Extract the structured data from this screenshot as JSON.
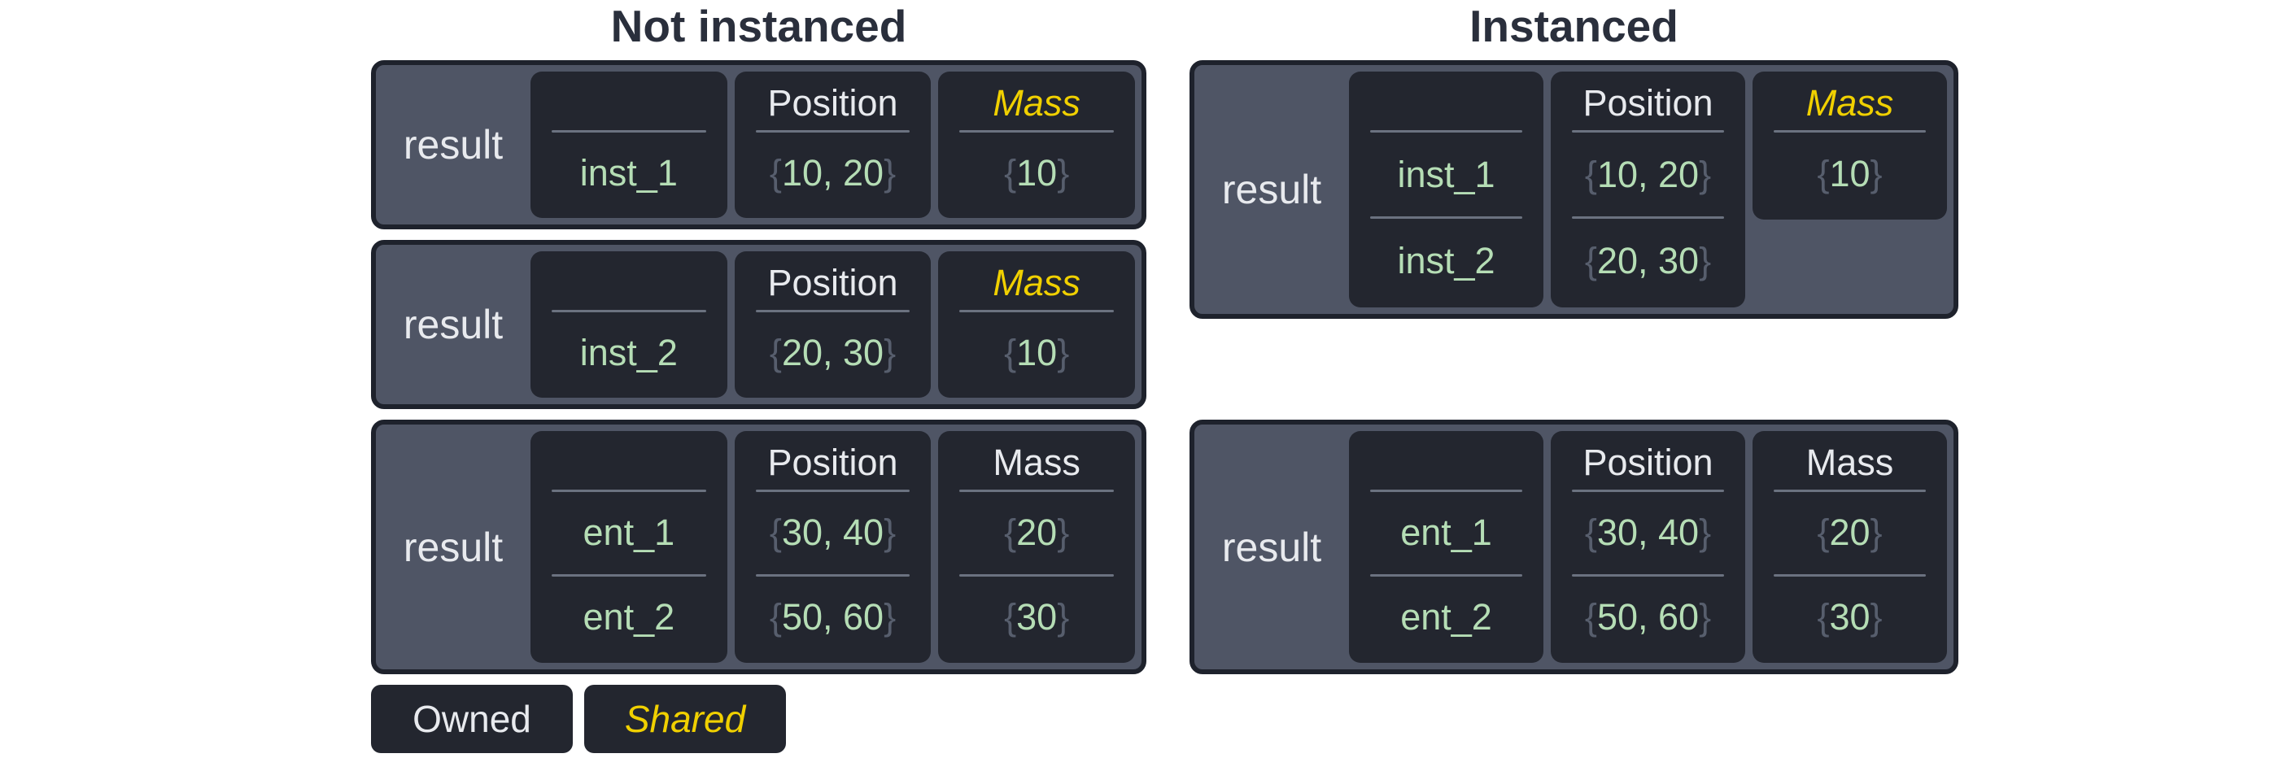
{
  "titles": {
    "not_instanced": "Not instanced",
    "instanced": "Instanced"
  },
  "legend": {
    "owned": "Owned",
    "shared": "Shared"
  },
  "colors": {
    "box_fill": "#4f5565",
    "box_border": "#1e222c",
    "cell_fill": "#23262f",
    "divider": "#6b7280",
    "text_light": "#e8eaee",
    "value_green": "#b5ddb5",
    "brace_gray": "#575e6d",
    "shared_yellow": "#f0d000",
    "title_dark": "#2a2f3c",
    "page_background": "#ffffff"
  },
  "boxes": {
    "ni1": {
      "result": "result",
      "entity": {
        "header": "",
        "rows": [
          "inst_1"
        ]
      },
      "position": {
        "header": "Position",
        "rows": [
          {
            "o": "{",
            "v": "10, 20",
            "c": "}"
          }
        ]
      },
      "mass": {
        "header": "Mass",
        "shared": true,
        "rows": [
          {
            "o": "{",
            "v": "10",
            "c": "}"
          }
        ]
      }
    },
    "ni2": {
      "result": "result",
      "entity": {
        "header": "",
        "rows": [
          "inst_2"
        ]
      },
      "position": {
        "header": "Position",
        "rows": [
          {
            "o": "{",
            "v": "20, 30",
            "c": "}"
          }
        ]
      },
      "mass": {
        "header": "Mass",
        "shared": true,
        "rows": [
          {
            "o": "{",
            "v": "10",
            "c": "}"
          }
        ]
      }
    },
    "ni3": {
      "result": "result",
      "entity": {
        "header": "",
        "rows": [
          "ent_1",
          "ent_2"
        ]
      },
      "position": {
        "header": "Position",
        "rows": [
          {
            "o": "{",
            "v": "30, 40",
            "c": "}"
          },
          {
            "o": "{",
            "v": "50, 60",
            "c": "}"
          }
        ]
      },
      "mass": {
        "header": "Mass",
        "shared": false,
        "rows": [
          {
            "o": "{",
            "v": "20",
            "c": "}"
          },
          {
            "o": "{",
            "v": "30",
            "c": "}"
          }
        ]
      }
    },
    "i1": {
      "result": "result",
      "entity": {
        "header": "",
        "rows": [
          "inst_1",
          "inst_2"
        ]
      },
      "position": {
        "header": "Position",
        "rows": [
          {
            "o": "{",
            "v": "10, 20",
            "c": "}"
          },
          {
            "o": "{",
            "v": "20, 30",
            "c": "}"
          }
        ]
      },
      "mass": {
        "header": "Mass",
        "shared": true,
        "rows": [
          {
            "o": "{",
            "v": "10",
            "c": "}"
          }
        ]
      }
    },
    "i2": {
      "result": "result",
      "entity": {
        "header": "",
        "rows": [
          "ent_1",
          "ent_2"
        ]
      },
      "position": {
        "header": "Position",
        "rows": [
          {
            "o": "{",
            "v": "30, 40",
            "c": "}"
          },
          {
            "o": "{",
            "v": "50, 60",
            "c": "}"
          }
        ]
      },
      "mass": {
        "header": "Mass",
        "shared": false,
        "rows": [
          {
            "o": "{",
            "v": "20",
            "c": "}"
          },
          {
            "o": "{",
            "v": "30",
            "c": "}"
          }
        ]
      }
    }
  }
}
